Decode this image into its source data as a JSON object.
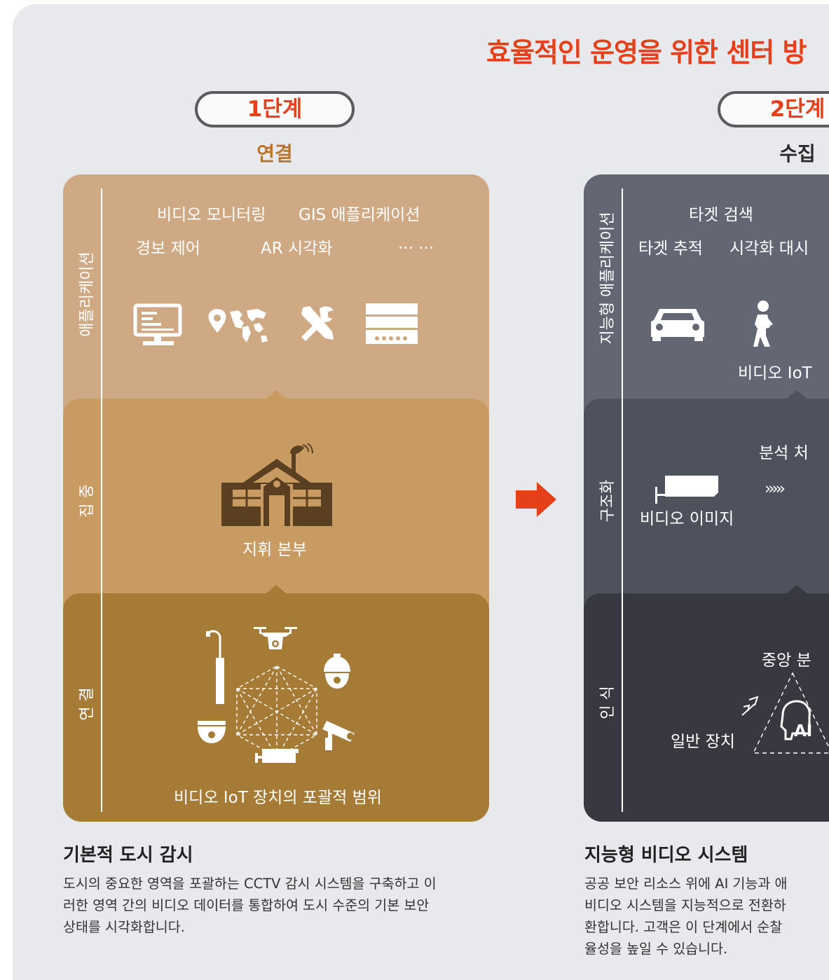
{
  "page_title": "효율적인 운영을 위한 센터 방",
  "stage1": {
    "pill": "1단계",
    "subtitle": "연결",
    "layers": {
      "app": {
        "side_label": "애플리케이션",
        "items": [
          "비디오 모니터링",
          "GIS 애플리케이션",
          "경보 제어",
          "AR 시각화",
          "... ..."
        ],
        "icons": [
          "monitor-icon",
          "world-map-pin-icon",
          "tools-icon",
          "video-wall-icon"
        ]
      },
      "center": {
        "side_label": "집 중",
        "caption": "지휘 본부",
        "icons": [
          "command-building-icon"
        ]
      },
      "connect": {
        "side_label": "연 결",
        "caption": "비디오 IoT 장치의 포괄적 범위",
        "icons": [
          "street-light-icon",
          "drone-icon",
          "dome-camera-icon",
          "ptz-camera-icon",
          "bullet-camera-icon",
          "box-camera-icon"
        ]
      }
    },
    "heading": "기본적 도시 감시",
    "description": [
      "도시의 중요한 영역을 포괄하는 CCTV 감시 시스템을 구축하고 이",
      "러한 영역 간의 비디오 데이터를 통합하여 도시 수준의 기본 보안",
      "상태를  시각화합니다."
    ]
  },
  "stage2": {
    "pill": "2단계",
    "subtitle": "수집",
    "layers": {
      "app": {
        "side_label": "지능형 애플리케이션",
        "items": [
          "타겟 검색",
          "타겟 추적",
          "시각화 대시",
          "비디오 IoT"
        ],
        "icons": [
          "car-icon",
          "pedestrian-icon"
        ]
      },
      "structure": {
        "side_label": "구조화",
        "items": [
          "분석 처",
          "비디오 이미지",
          "›››››"
        ],
        "icons": [
          "box-camera-icon"
        ]
      },
      "sense": {
        "side_label": "인 식",
        "items": [
          "중앙 분",
          "일반 장치",
          "AI"
        ],
        "icons": [
          "ai-head-icon",
          "signal-icon"
        ]
      }
    },
    "heading": "지능형 비디오 시스템",
    "description": [
      "공공 보안 리소스 위에 AI 기능과 애",
      "비디오 시스템을 지능적으로 전환하",
      "환합니다. 고객은 이 단계에서 순찰",
      "율성을 높일 수 있습니다."
    ]
  },
  "colors": {
    "accent": "#e6401a",
    "stage1_app": "#cfa984",
    "stage1_center": "#c89b62",
    "stage1_connect": "#a67b36",
    "stage2_app": "#636773",
    "stage2_structure": "#4e525d",
    "stage2_sense": "#373840",
    "icon_dark": "#5a4020"
  }
}
